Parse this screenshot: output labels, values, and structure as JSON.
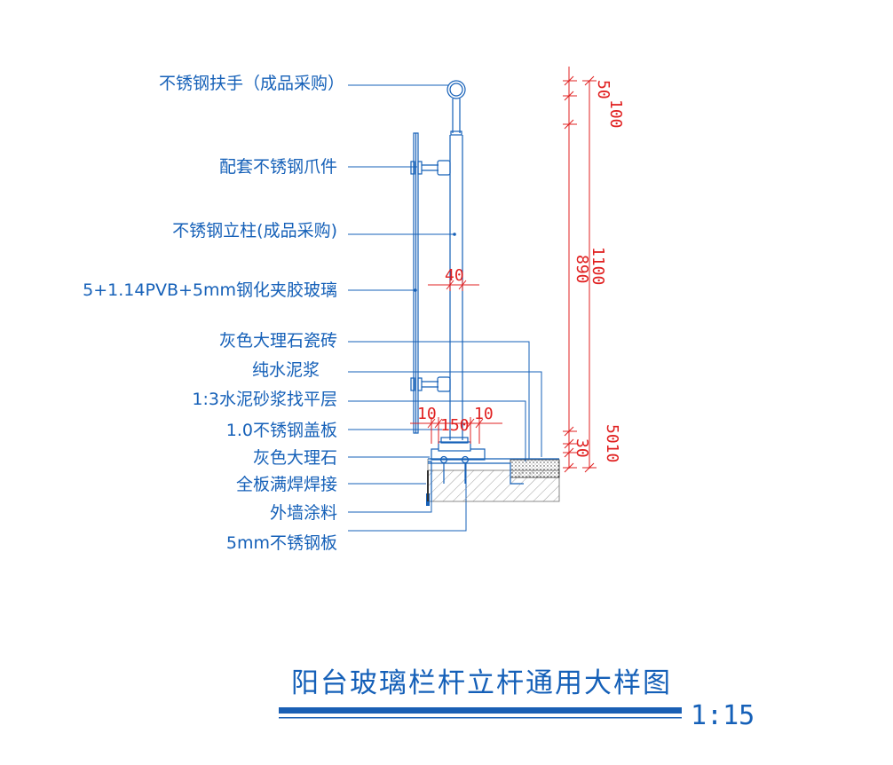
{
  "labels": {
    "handrail": "不锈钢扶手（成品采购）",
    "clamp": "配套不锈钢爪件",
    "post": "不锈钢立柱(成品采购)",
    "glass": "5+1.14PVB+5mm钢化夹胶玻璃",
    "marble_tile": "灰色大理石瓷砖",
    "cement_slurry": "纯水泥浆",
    "mortar": "1:3水泥砂浆找平层",
    "cover_plate": "1.0不锈钢盖板",
    "marble": "灰色大理石",
    "weld": "全板满焊焊接",
    "paint": "外墙涂料",
    "steel_plate": "5mm不锈钢板"
  },
  "dimensions": {
    "post_width": "40",
    "left_gap": "10",
    "base_width": "150",
    "right_gap": "10",
    "d_50": "50",
    "d_100": "100",
    "d_1100": "1100",
    "d_890": "890",
    "d_30": "30",
    "d_5010": "5010"
  },
  "title": "阳台玻璃栏杆立杆通用大样图",
  "scale": "1:15",
  "colors": {
    "drawing_blue": "#1560b8",
    "dimension_red": "#e02020",
    "title_bar": "#1a5fb4"
  }
}
